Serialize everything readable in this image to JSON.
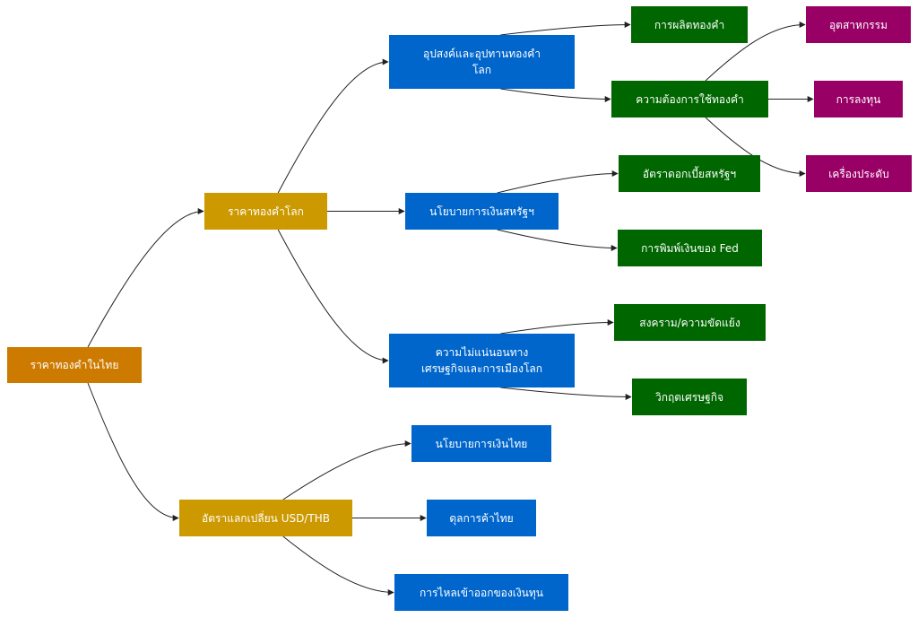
{
  "diagram": {
    "colors": {
      "root": "#cc7a00",
      "level1": "#cc9900",
      "level2": "#0066cc",
      "level3": "#006600",
      "level4": "#990066",
      "edge": "#222222"
    },
    "nodes": {
      "root": {
        "label": "ราคาทองคำในไทย",
        "level": "root"
      },
      "world": {
        "label": "ราคาทองคำโลก",
        "level": "level1"
      },
      "fx": {
        "label": "อัตราแลกเปลี่ยน USD/THB",
        "level": "level1"
      },
      "supply": {
        "label": "อุปสงค์และอุปทานทองคำ\nโลก",
        "level": "level2"
      },
      "usmon": {
        "label": "นโยบายการเงินสหรัฐฯ",
        "level": "level2"
      },
      "uncert": {
        "label": "ความไม่แน่นอนทาง\nเศรษฐกิจและการเมืองโลก",
        "level": "level2"
      },
      "thmon": {
        "label": "นโยบายการเงินไทย",
        "level": "level2"
      },
      "trade": {
        "label": "ดุลการค้าไทย",
        "level": "level2"
      },
      "flow": {
        "label": "การไหลเข้าออกของเงินทุน",
        "level": "level2"
      },
      "prod": {
        "label": "การผลิตทองคำ",
        "level": "level3"
      },
      "demand": {
        "label": "ความต้องการใช้ทองคำ",
        "level": "level3"
      },
      "rate": {
        "label": "อัตราดอกเบี้ยสหรัฐฯ",
        "level": "level3"
      },
      "print": {
        "label": "การพิมพ์เงินของ Fed",
        "level": "level3"
      },
      "war": {
        "label": "สงคราม/ความขัดแย้ง",
        "level": "level3"
      },
      "crisis": {
        "label": "วิกฤตเศรษฐกิจ",
        "level": "level3"
      },
      "ind": {
        "label": "อุตสาหกรรม",
        "level": "level4"
      },
      "inv": {
        "label": "การลงทุน",
        "level": "level4"
      },
      "jew": {
        "label": "เครื่องประดับ",
        "level": "level4"
      }
    },
    "edges": [
      [
        "root",
        "world"
      ],
      [
        "root",
        "fx"
      ],
      [
        "world",
        "supply"
      ],
      [
        "world",
        "usmon"
      ],
      [
        "world",
        "uncert"
      ],
      [
        "fx",
        "thmon"
      ],
      [
        "fx",
        "trade"
      ],
      [
        "fx",
        "flow"
      ],
      [
        "supply",
        "prod"
      ],
      [
        "supply",
        "demand"
      ],
      [
        "demand",
        "ind"
      ],
      [
        "demand",
        "inv"
      ],
      [
        "demand",
        "jew"
      ],
      [
        "usmon",
        "rate"
      ],
      [
        "usmon",
        "print"
      ],
      [
        "uncert",
        "war"
      ],
      [
        "uncert",
        "crisis"
      ]
    ]
  }
}
